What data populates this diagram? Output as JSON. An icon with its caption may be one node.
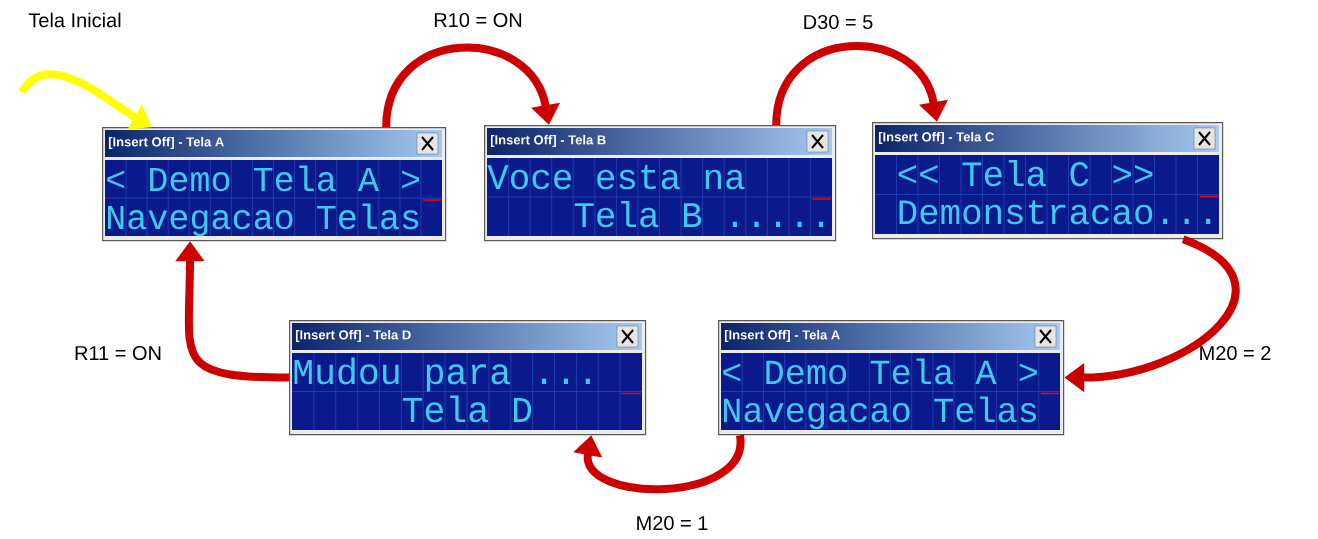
{
  "diagram": {
    "nodes": [
      {
        "text": [
          "[Insert Off] - Tela A",
          "< Demo Tela A >",
          "Navegacao Telas"
        ]
      },
      {
        "text": [
          "[Insert Off] - Tela B",
          "Voce esta na",
          "Tela B ....."
        ]
      },
      {
        "text": [
          "[Insert Off] - Tela C",
          "<< Tela C >>",
          "Demonstracao..."
        ]
      },
      {
        "text": [
          "[Insert Off] - Tela D",
          "Mudou para ...",
          "Tela D"
        ]
      },
      {
        "text": [
          "[Insert Off] - Tela A",
          "< Demo Tela A >",
          "Navegacao Telas"
        ]
      }
    ],
    "edges": [
      {
        "from": null,
        "to": 0,
        "arrow": "to",
        "label": "Tela Inicial",
        "color": "#ffff00"
      },
      {
        "from": 0,
        "to": 1,
        "arrow": "to",
        "label": "R10 = ON"
      },
      {
        "from": 1,
        "to": 2,
        "arrow": "to",
        "label": "D30 = 5"
      },
      {
        "from": 2,
        "to": 4,
        "arrow": "to",
        "label": "M20 = 2"
      },
      {
        "from": 4,
        "to": 3,
        "arrow": "to",
        "label": "M20 = 1"
      },
      {
        "from": 3,
        "to": 0,
        "arrow": "to",
        "label": "R11 = ON"
      }
    ]
  }
}
